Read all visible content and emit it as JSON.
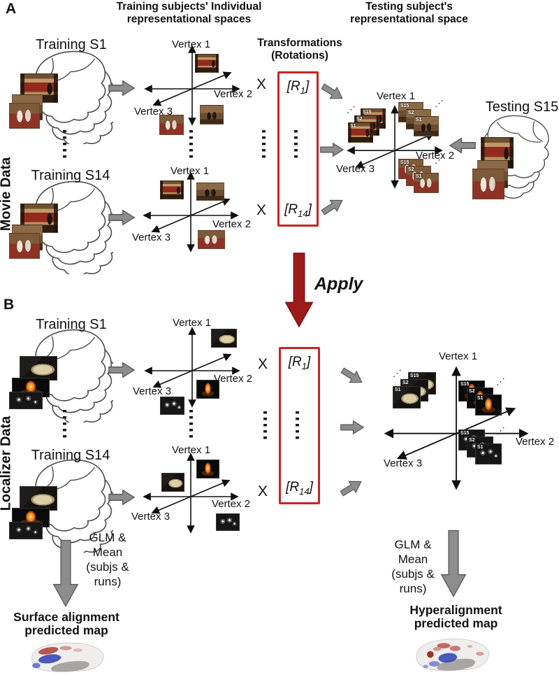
{
  "colors": {
    "box_red": "#c92525",
    "apply_red": "#9d1b1b",
    "arrow_gray": "#8d8d8d"
  },
  "figure": {
    "panel_a_label": "A",
    "panel_b_label": "B",
    "movie_side_label": "Movie Data",
    "localizer_side_label": "Localizer Data",
    "header_training_l1": "Training subjects' Individual",
    "header_training_l2": "representational spaces",
    "header_testing_l1": "Testing subject's",
    "header_testing_l2": "representational space",
    "transformations_l1": "Transformations",
    "transformations_l2": "(Rotations)",
    "apply_label": "Apply"
  },
  "subjects": {
    "a_row1": "Training S1",
    "a_row2": "Training S14",
    "b_row1": "Training S1",
    "b_row2": "Training S14",
    "testing": "Testing S15"
  },
  "axes": {
    "v1": "Vertex 1",
    "v2": "Vertex 2",
    "v3": "Vertex 3"
  },
  "math": {
    "multiply": "X",
    "r_open": "[R",
    "r_close": "]",
    "r1_sub": "1",
    "r14_sub": "14"
  },
  "stacks": {
    "labels": [
      "S15",
      "S2",
      "S1"
    ],
    "dots": "⋰"
  },
  "glm": {
    "l1": "GLM &",
    "l2": "Mean",
    "l3": "(subjs &",
    "l4": "runs)"
  },
  "outputs": {
    "surface_l1": "Surface alignment",
    "surface_l2": "predicted map",
    "hyper_l1": "Hyperalignment",
    "hyper_l2": "predicted map"
  }
}
